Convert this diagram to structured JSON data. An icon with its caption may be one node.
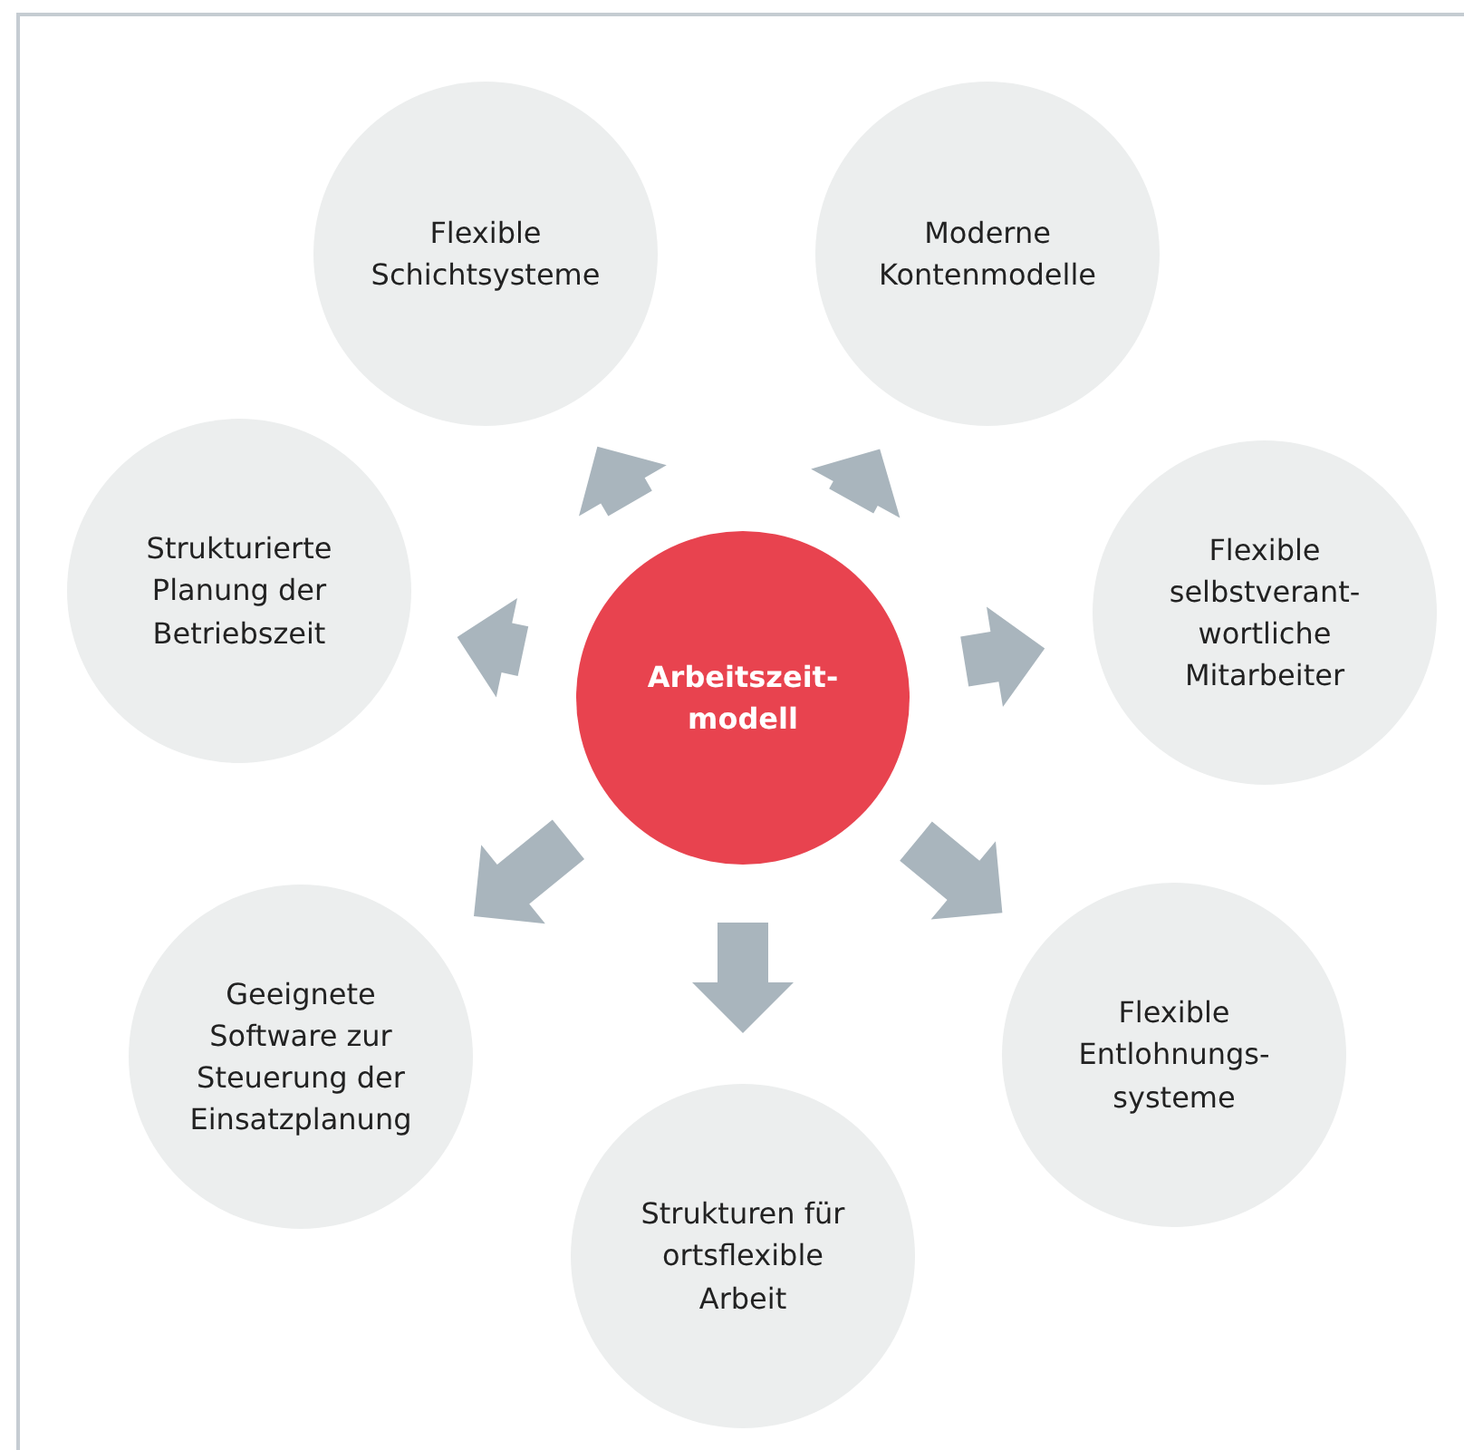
{
  "diagram": {
    "nodes": [
      {
        "text": [
          "Arbeitszeit-modell"
        ]
      },
      {
        "text": [
          "Flexible Schichtsysteme"
        ]
      },
      {
        "text": [
          "Moderne Kontenmodelle"
        ]
      },
      {
        "text": [
          "Flexible selbstverant-wortliche Mitarbeiter"
        ]
      },
      {
        "text": [
          "Flexible Entlohnungs-systeme"
        ]
      },
      {
        "text": [
          "Strukturen für ortsflexible Arbeit"
        ]
      },
      {
        "text": [
          "Geeignete Software zur Steuerung der Einsatzplanung"
        ]
      },
      {
        "text": [
          "Strukturierte Planung der Betriebszeit"
        ]
      }
    ],
    "edges": [
      {
        "from": 0,
        "to": 1,
        "arrow": "to"
      },
      {
        "from": 0,
        "to": 2,
        "arrow": "to"
      },
      {
        "from": 0,
        "to": 3,
        "arrow": "to"
      },
      {
        "from": 0,
        "to": 4,
        "arrow": "to"
      },
      {
        "from": 0,
        "to": 5,
        "arrow": "to"
      },
      {
        "from": 0,
        "to": 6,
        "arrow": "to"
      },
      {
        "from": 0,
        "to": 7,
        "arrow": "to"
      }
    ]
  }
}
